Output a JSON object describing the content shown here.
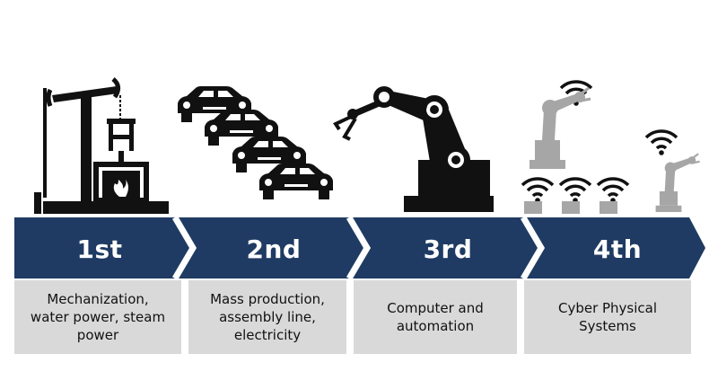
{
  "stages": [
    {
      "label": "1st",
      "description": "Mechanization,\nwater power, steam\npower",
      "icon": "steam-engine-icon"
    },
    {
      "label": "2nd",
      "description": "Mass production,\nassembly line,\nelectricity",
      "icon": "car-assembly-icon"
    },
    {
      "label": "3rd",
      "description": "Computer and\nautomation",
      "icon": "robot-arm-icon"
    },
    {
      "label": "4th",
      "description": "Cyber Physical\nSystems",
      "icon": "connected-robots-icon"
    }
  ],
  "colors": {
    "arrow": "#1f3b63",
    "arrow_divider": "#ffffff",
    "description_box": "#d9d9d9",
    "icon_dark": "#111111",
    "icon_grey": "#a6a6a6"
  }
}
